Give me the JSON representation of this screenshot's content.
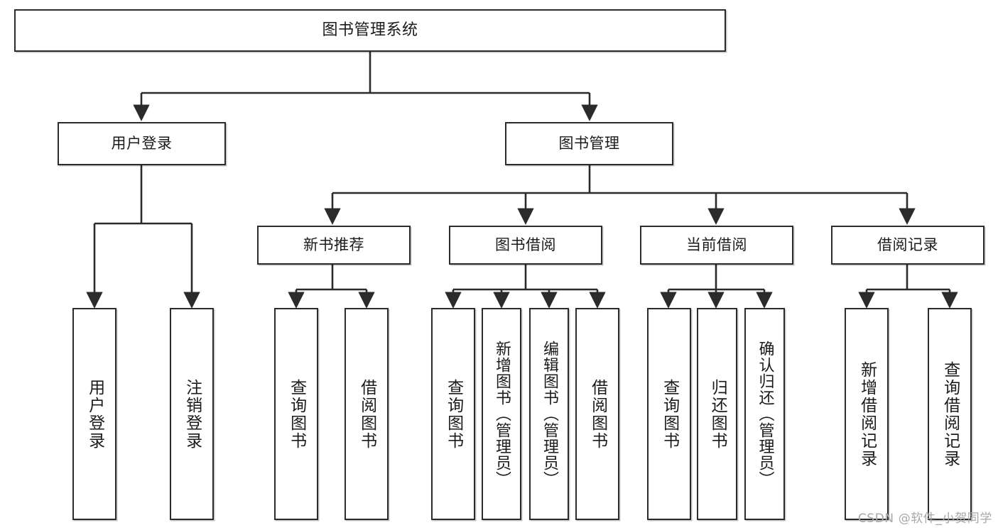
{
  "diagram": {
    "title": "图书管理系统",
    "type": "tree",
    "root": {
      "label": "图书管理系统"
    },
    "level2": [
      {
        "id": "user-login",
        "label": "用户登录"
      },
      {
        "id": "book-manage",
        "label": "图书管理"
      }
    ],
    "level3": [
      {
        "id": "new-book-recommend",
        "label": "新书推荐",
        "parent": "book-manage"
      },
      {
        "id": "book-borrow",
        "label": "图书借阅",
        "parent": "book-manage"
      },
      {
        "id": "current-borrow",
        "label": "当前借阅",
        "parent": "book-manage"
      },
      {
        "id": "borrow-record",
        "label": "借阅记录",
        "parent": "book-manage"
      }
    ],
    "leaves": {
      "user-login": [
        {
          "id": "leaf-user-login",
          "label": "用户登录"
        },
        {
          "id": "leaf-user-logout",
          "label": "注销登录"
        }
      ],
      "new-book-recommend": [
        {
          "id": "leaf-query-book-1",
          "label": "查询图书"
        },
        {
          "id": "leaf-borrow-book-1",
          "label": "借阅图书"
        }
      ],
      "book-borrow": [
        {
          "id": "leaf-query-book-2",
          "label": "查询图书"
        },
        {
          "id": "leaf-add-book",
          "label": "新增图书（管理员）"
        },
        {
          "id": "leaf-edit-book",
          "label": "编辑图书（管理员）"
        },
        {
          "id": "leaf-borrow-book-2",
          "label": "借阅图书"
        }
      ],
      "current-borrow": [
        {
          "id": "leaf-query-book-3",
          "label": "查询图书"
        },
        {
          "id": "leaf-return-book",
          "label": "归还图书"
        },
        {
          "id": "leaf-confirm-return",
          "label": "确认归还（管理员）"
        }
      ],
      "borrow-record": [
        {
          "id": "leaf-add-record",
          "label": "新增借阅记录"
        },
        {
          "id": "leaf-query-record",
          "label": "查询借阅记录"
        }
      ]
    },
    "colors": {
      "stroke": "#2b2b2b",
      "fill": "#ffffff",
      "text": "#1b1b1b",
      "watermark": "#a8a8a8"
    }
  },
  "watermark": {
    "text": "CSDN @软件_小贺同学"
  }
}
